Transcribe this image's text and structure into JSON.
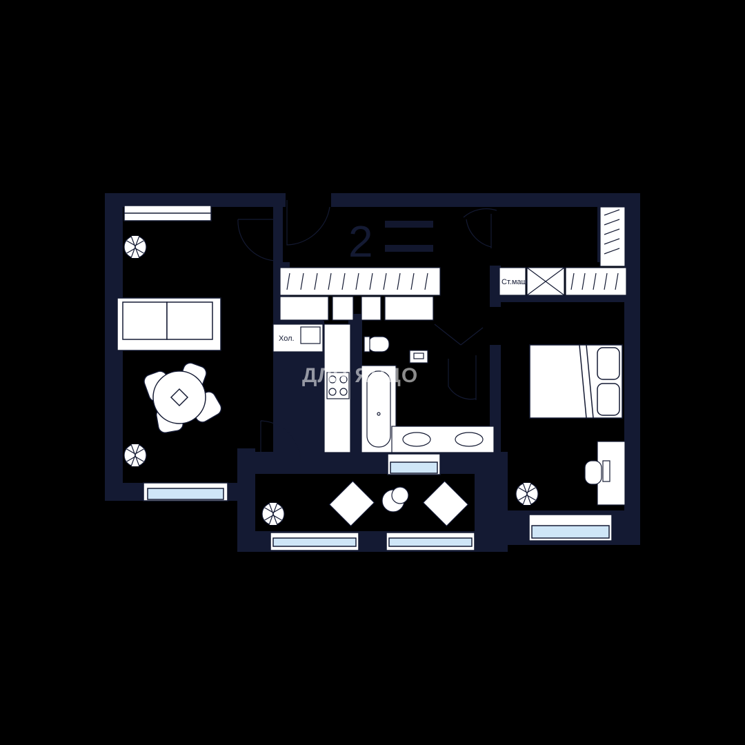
{
  "plan": {
    "rooms_count": "2",
    "colors": {
      "wall": "#141a33",
      "floor": "#000000",
      "fixture": "#ffffff",
      "window_glass": "#cfe6f7"
    },
    "labels": {
      "fridge": "Хол.",
      "washer": "Ст.маш"
    },
    "watermark": "ДЛЯ ЯНДО",
    "icons": [
      "plant-icon",
      "sofa-icon",
      "dining-table-icon",
      "bed-icon",
      "bathtub-icon",
      "toilet-icon",
      "sink-icon",
      "stove-icon",
      "armchair-icon",
      "desk-icon",
      "wardrobe-icon",
      "window-icon",
      "door-swing-icon"
    ]
  }
}
